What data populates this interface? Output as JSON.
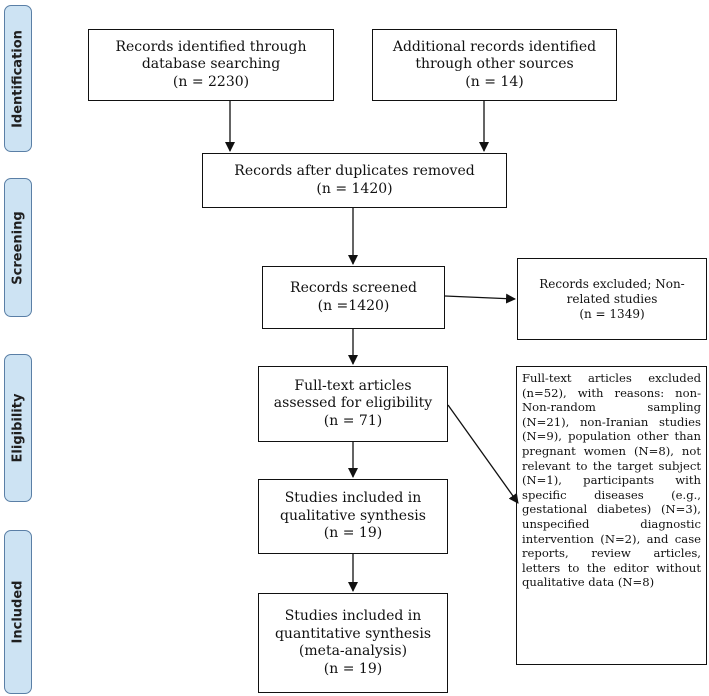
{
  "stages": {
    "identification": "Identification",
    "screening": "Screening",
    "eligibility": "Eligibility",
    "included": "Included"
  },
  "boxes": {
    "db_search": {
      "line1": "Records identified through",
      "line2": "database searching",
      "count": "(n = 2230)"
    },
    "other_sources": {
      "line1": "Additional records identified",
      "line2": "through other sources",
      "count": "(n = 14)"
    },
    "after_duplicates": {
      "line1": "Records after duplicates removed",
      "count": "(n = 1420)"
    },
    "screened": {
      "line1": "Records screened",
      "count": "(n =1420)"
    },
    "excluded_screen": {
      "line1": "Records excluded; Non-",
      "line2": "related studies",
      "count": "(n = 1349)"
    },
    "fulltext": {
      "line1": "Full-text articles",
      "line2": "assessed for eligibility",
      "count": "(n = 71)"
    },
    "qualitative": {
      "line1": "Studies included in",
      "line2": "qualitative synthesis",
      "count": "(n = 19)"
    },
    "quantitative": {
      "line1": "Studies included in",
      "line2": "quantitative synthesis",
      "line3": "(meta-analysis)",
      "count": "(n = 19)"
    }
  },
  "fulltext_excluded_note": "Full-text articles excluded (n=52), with reasons: non-Non-random sampling (N=21), non-Iranian studies (N=9), population other than pregnant women (N=8), not relevant to the target subject (N=1), participants with specific diseases (e.g., gestational diabetes) (N=3), unspecified diagnostic intervention (N=2), and case reports, review articles, letters to the editor without qualitative data (N=8)"
}
